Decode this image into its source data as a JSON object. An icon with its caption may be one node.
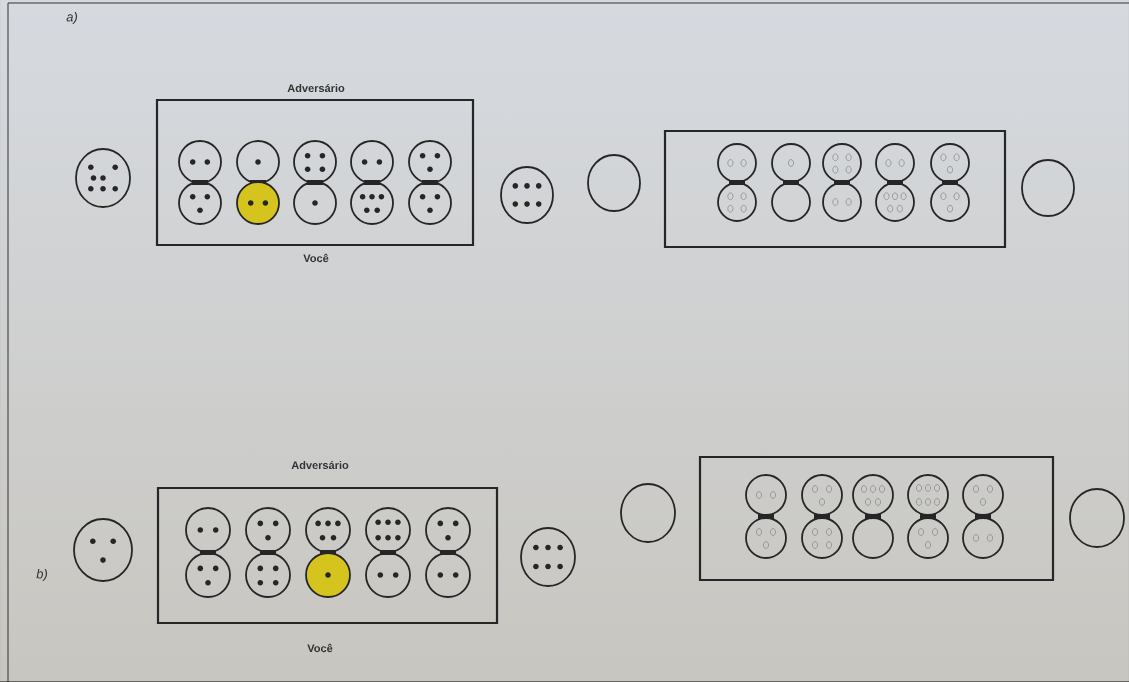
{
  "diagram": {
    "labels": [
      "a)",
      "Adversário",
      "Você",
      "Adversário",
      "b)",
      "Você"
    ]
  }
}
